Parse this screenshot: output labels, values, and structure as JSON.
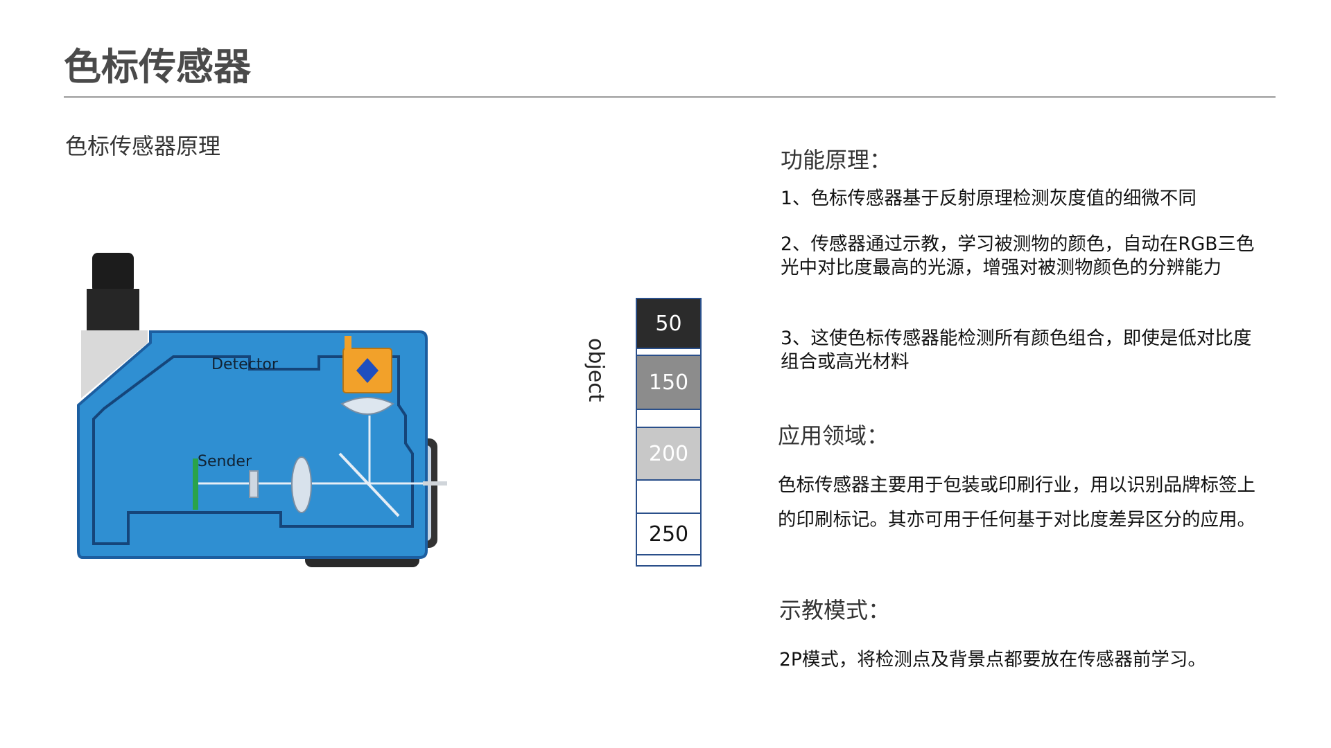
{
  "page": {
    "title": "色标传感器",
    "subtitle": "色标传感器原理"
  },
  "diagram": {
    "detector_label": "Detector",
    "sender_label": "Sender",
    "object_label": "object",
    "colors": {
      "housing": "#2f8fd2",
      "housing_edge": "#1c5ea0",
      "detector": "#f2a12a",
      "sender": "#2aa34a"
    }
  },
  "scale": {
    "cells": [
      {
        "label": "50",
        "bg": "#2b2b2b",
        "fg": "#ffffff"
      },
      {
        "label": "150",
        "bg": "#8c8c8c",
        "fg": "#ffffff"
      },
      {
        "label": "200",
        "bg": "#c8c8c8",
        "fg": "#ffffff"
      },
      {
        "label": "250",
        "bg": "#ffffff",
        "fg": "#111111"
      }
    ]
  },
  "right": {
    "principle_heading": "功能原理：",
    "principle_items": [
      "1、色标传感器基于反射原理检测灰度值的细微不同",
      "2、传感器通过示教，学习被测物的颜色，自动在RGB三色光中对比度最高的光源，增强对被测物颜色的分辨能力",
      "3、这使色标传感器能检测所有颜色组合，即使是低对比度组合或高光材料"
    ],
    "application_heading": "应用领域：",
    "application_text": "色标传感器主要用于包装或印刷行业，用以识别品牌标签上的印刷标记。其亦可用于任何基于对比度差异区分的应用。",
    "teach_heading": "示教模式：",
    "teach_text": "2P模式，将检测点及背景点都要放在传感器前学习。"
  }
}
